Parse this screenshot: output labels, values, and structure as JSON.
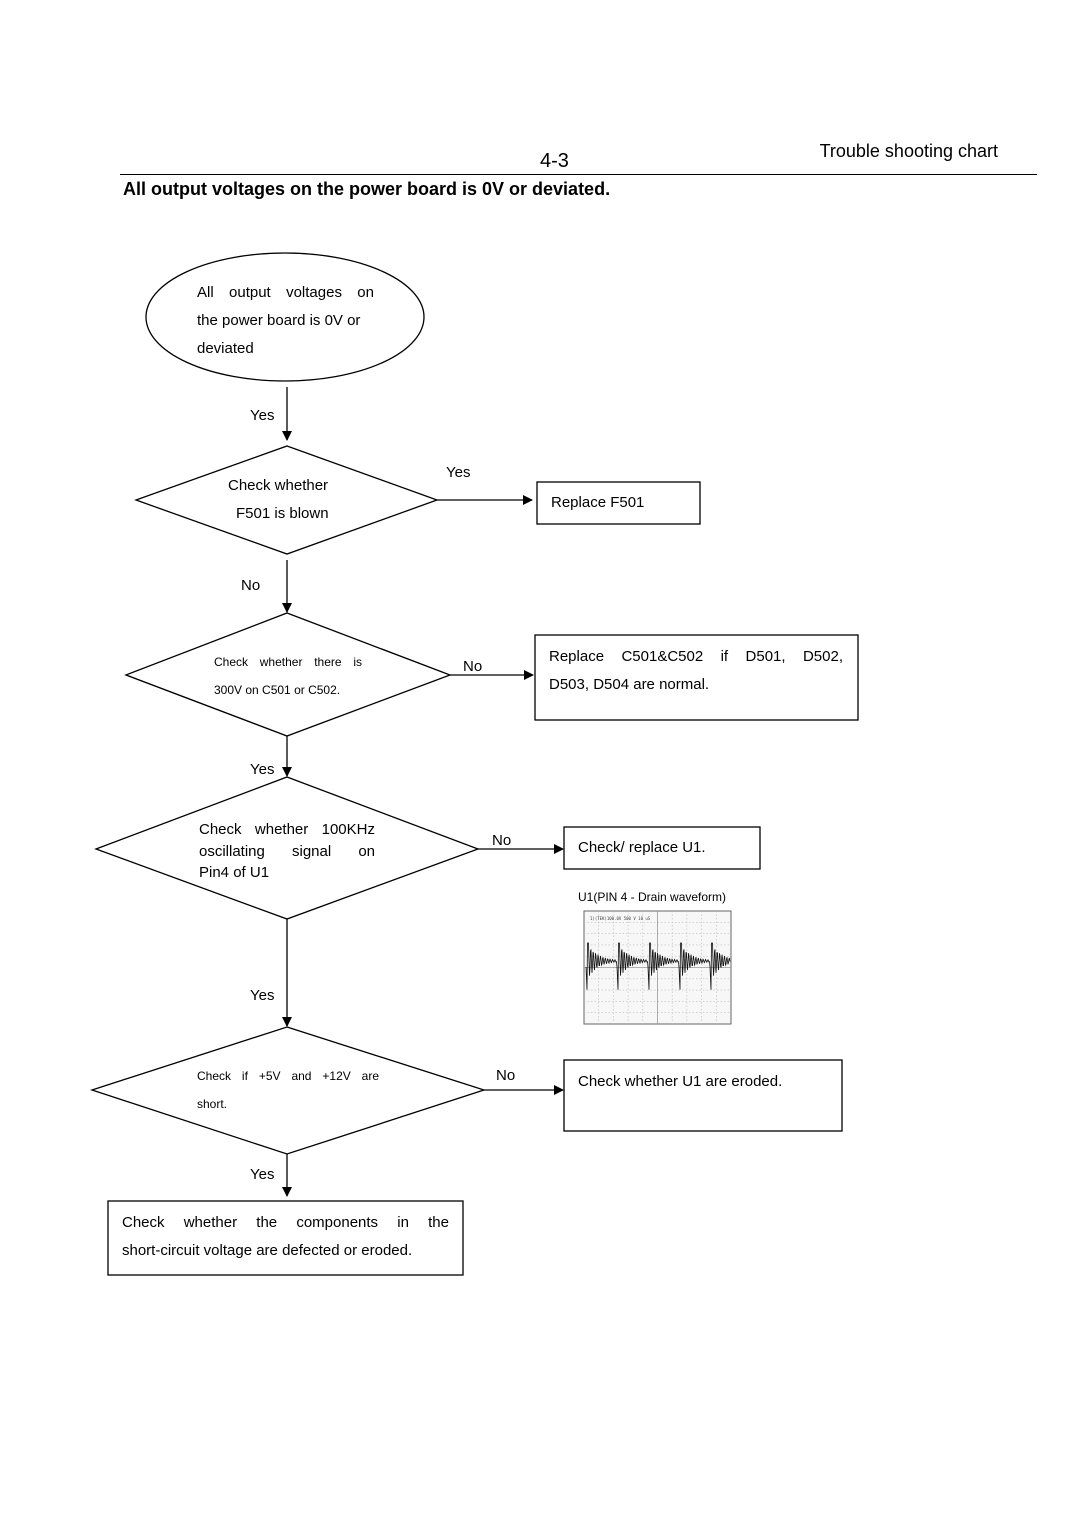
{
  "header": {
    "page_number": "4-3",
    "section_title": "Trouble shooting chart",
    "heading": "All output voltages on the power board is 0V or deviated."
  },
  "flow": {
    "start": {
      "line1": "All output voltages on",
      "line2": "the power board is 0V or",
      "line3": "deviated"
    },
    "d1": {
      "line1": "Check whether",
      "line2": "F501 is blown"
    },
    "d2": {
      "line1": "Check whether there is",
      "line2": "300V on C501 or C502."
    },
    "d3": {
      "line1": "Check whether 100KHz",
      "line2": "oscillating signal on",
      "line3": "Pin4 of U1"
    },
    "d4": {
      "line1": "Check if +5V and +12V are",
      "line2": "short."
    },
    "r1": {
      "text": "Replace F501"
    },
    "r2": {
      "line1": "Replace C501&C502 if D501, D502,",
      "line2": "D503, D504 are normal."
    },
    "r3": {
      "text": "Check/ replace U1."
    },
    "r4": {
      "text": "Check whether U1 are eroded."
    },
    "end": {
      "line1": "Check whether the components in the",
      "line2": "short-circuit voltage are defected or eroded."
    },
    "labels": {
      "start_d1": "Yes",
      "d1_r1": "Yes",
      "d1_d2": "No",
      "d2_r2": "No",
      "d2_d3": "Yes",
      "d3_r3": "No",
      "d3_d4": "Yes",
      "d4_r4": "No",
      "d4_end": "Yes"
    },
    "waveform_caption": "U1(PIN 4 - Drain waveform)"
  }
}
